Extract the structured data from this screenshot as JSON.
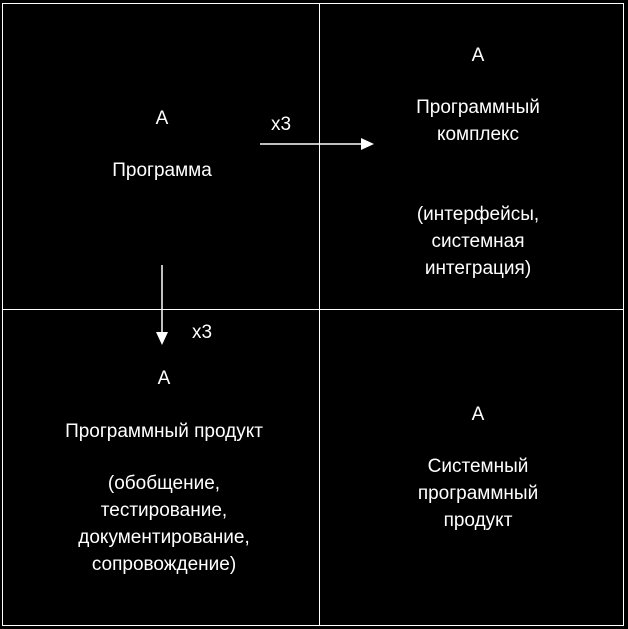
{
  "colors": {
    "background": "#000000",
    "foreground": "#ffffff"
  },
  "quadrants": {
    "top_left": {
      "letter": "A",
      "title": "Программа"
    },
    "top_right": {
      "letter": "A",
      "title": "Программный\nкомплекс",
      "note": "(интерфейсы,\nсистемная\nинтеграция)"
    },
    "bottom_left": {
      "letter": "A",
      "title": "Программный продукт",
      "note": "(обобщение,\nтестирование,\nдокументирование,\nсопровождение)"
    },
    "bottom_right": {
      "letter": "A",
      "title": "Системный\nпрограммный\nпродукт"
    }
  },
  "arrows": {
    "right": {
      "label": "x3"
    },
    "down": {
      "label": "x3"
    }
  }
}
